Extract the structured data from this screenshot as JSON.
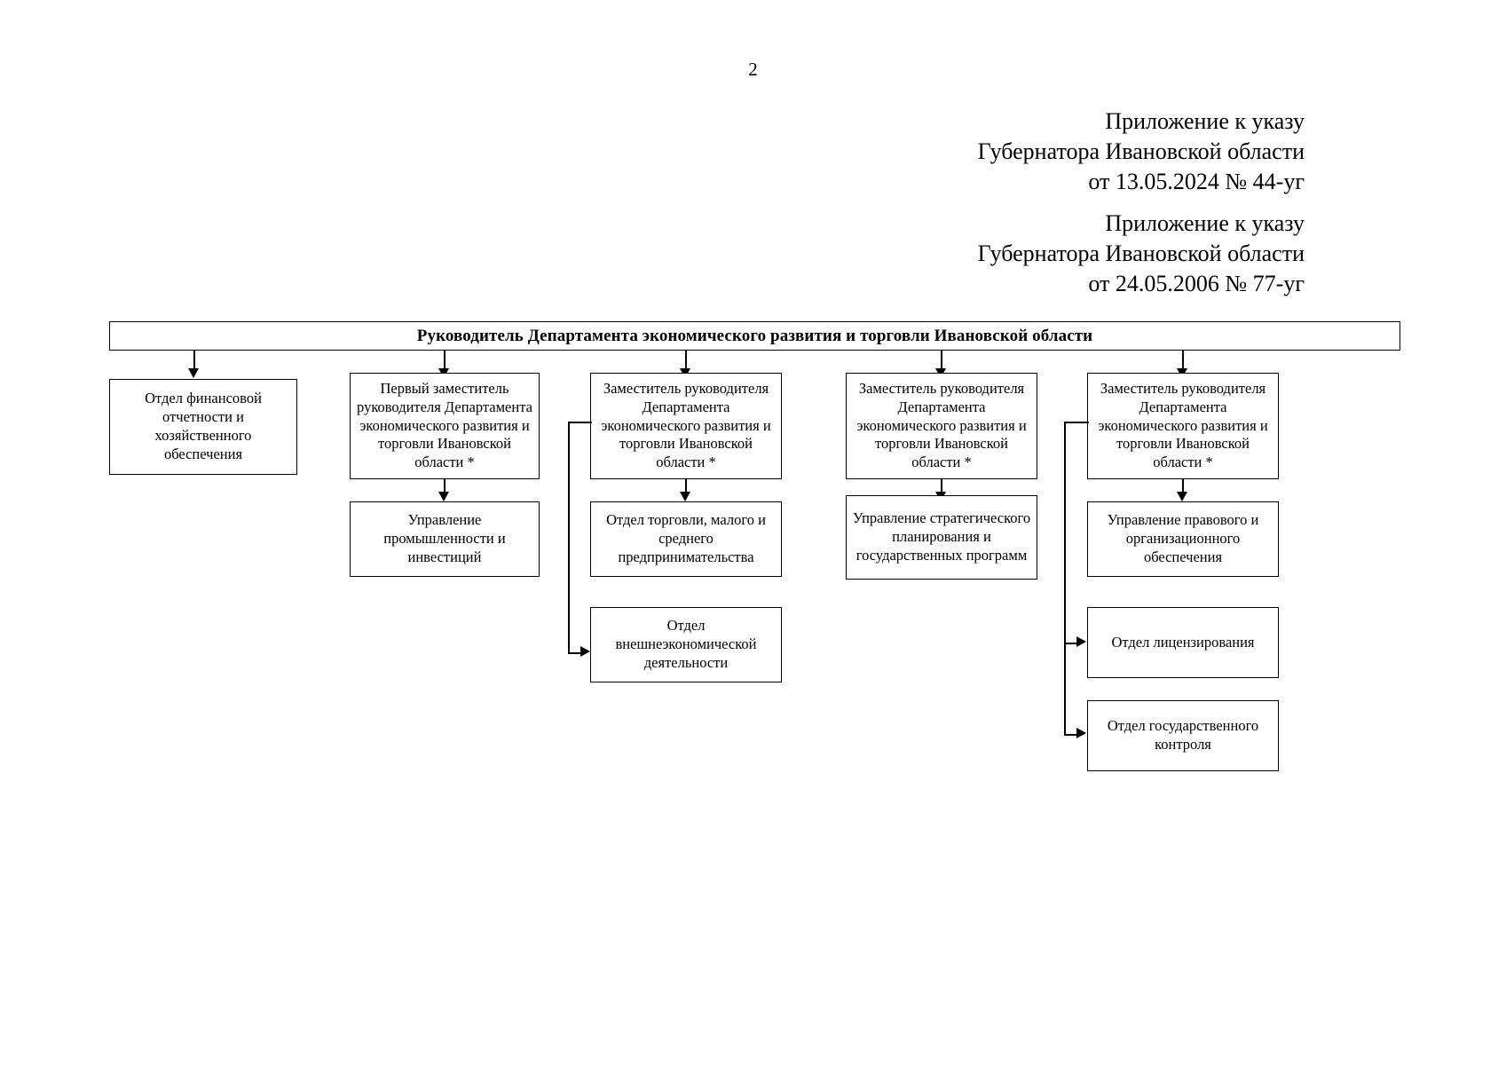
{
  "page": {
    "number": "2"
  },
  "headers": [
    {
      "id": "appendix-2024",
      "lines": [
        "Приложение к указу",
        "Губернатора Ивановской области",
        "от 13.05.2024 № 44-уг"
      ]
    },
    {
      "id": "appendix-2006",
      "lines": [
        "Приложение к указу",
        "Губернатора Ивановской области",
        "от 24.05.2006 № 77-уг"
      ]
    }
  ],
  "chart_data": {
    "type": "diagram",
    "title": "Руководитель Департамента экономического развития и торговли Ивановской области",
    "orientation": "top-down",
    "nodes": [
      {
        "id": "head",
        "level": 0,
        "label": "Руководитель Департамента экономического развития и торговли Ивановской области"
      },
      {
        "id": "col1-dept",
        "level": 1,
        "column": 1,
        "parent": "head",
        "label": "Отдел финансовой отчетности и хозяйственного обеспечения"
      },
      {
        "id": "col2-deputy",
        "level": 1,
        "column": 2,
        "parent": "head",
        "label": "Первый заместитель руководителя Департамента экономического развития и торговли Ивановской области *"
      },
      {
        "id": "col3-deputy",
        "level": 1,
        "column": 3,
        "parent": "head",
        "label": "Заместитель руководителя Департамента экономического развития и торговли Ивановской области *"
      },
      {
        "id": "col4-deputy",
        "level": 1,
        "column": 4,
        "parent": "head",
        "label": "Заместитель руководителя Департамента экономического развития и торговли Ивановской области *"
      },
      {
        "id": "col5-deputy",
        "level": 1,
        "column": 5,
        "parent": "head",
        "label": "Заместитель руководителя Департамента экономического развития и торговли Ивановской области *"
      },
      {
        "id": "col2-unit",
        "level": 2,
        "column": 2,
        "parent": "col2-deputy",
        "label": "Управление промышленности и инвестиций"
      },
      {
        "id": "col3-unit",
        "level": 2,
        "column": 3,
        "parent": "col3-deputy",
        "label": "Отдел торговли, малого и среднего предпринимательства"
      },
      {
        "id": "col4-unit",
        "level": 2,
        "column": 4,
        "parent": "col4-deputy",
        "label": "Управление стратегического планирования и государственных программ"
      },
      {
        "id": "col5-unit",
        "level": 2,
        "column": 5,
        "parent": "col5-deputy",
        "label": "Управление правового и организационного обеспечения"
      },
      {
        "id": "col3-unit2",
        "level": 3,
        "column": 3,
        "parent": "col3-deputy",
        "label": "Отдел внешнеэкономической деятельности"
      },
      {
        "id": "col5-unit2",
        "level": 3,
        "column": 5,
        "parent": "col5-deputy",
        "label": "Отдел лицензирования"
      },
      {
        "id": "col5-unit3",
        "level": 4,
        "column": 5,
        "parent": "col5-deputy",
        "label": "Отдел государственного контроля"
      }
    ]
  }
}
